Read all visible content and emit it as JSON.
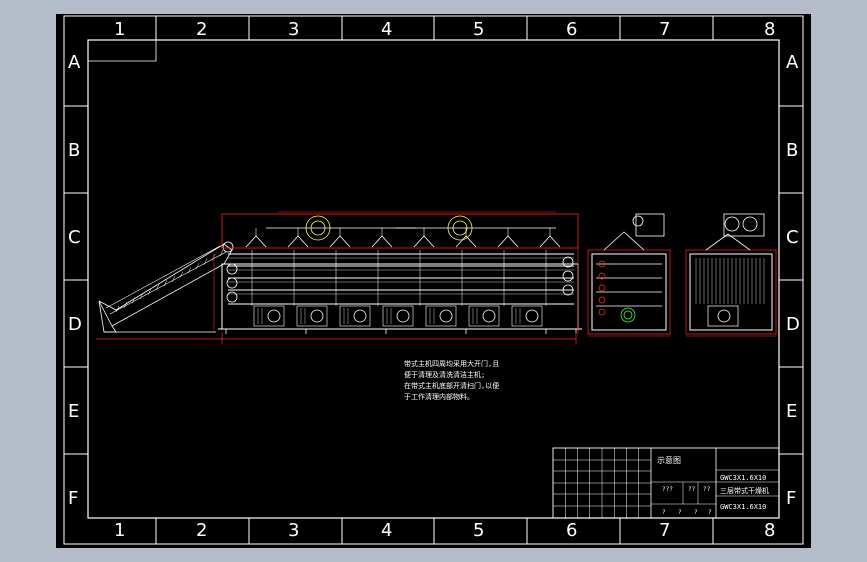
{
  "drawing": {
    "columns": [
      "1",
      "2",
      "3",
      "4",
      "5",
      "6",
      "7",
      "8"
    ],
    "rows": [
      "A",
      "B",
      "C",
      "D",
      "E",
      "F"
    ],
    "notes": [
      "带式主机四周均采用大开门,且",
      "便于清理及清洗清洁主机;",
      "在带式主机底部开清扫门,以便",
      "于工作清理内部物料。"
    ],
    "title_block": {
      "label": "示意图",
      "drawing_no": "GWC3X1.6X10",
      "name": "三层带式干燥机",
      "drawing_no_2": "GWC3X1.6X10",
      "marks_row": [
        "??? ",
        "??",
        "?? ",
        "?"
      ],
      "marks_row2": [
        "?",
        "?",
        "?",
        "?"
      ]
    }
  },
  "colors": {
    "background": "#b5bcc9",
    "sheet": "#000000",
    "border": "#ffffff",
    "dimension": "#ff2020",
    "outline": "#ffffff",
    "fan": "#ffff33",
    "motor": "#33ff33"
  }
}
